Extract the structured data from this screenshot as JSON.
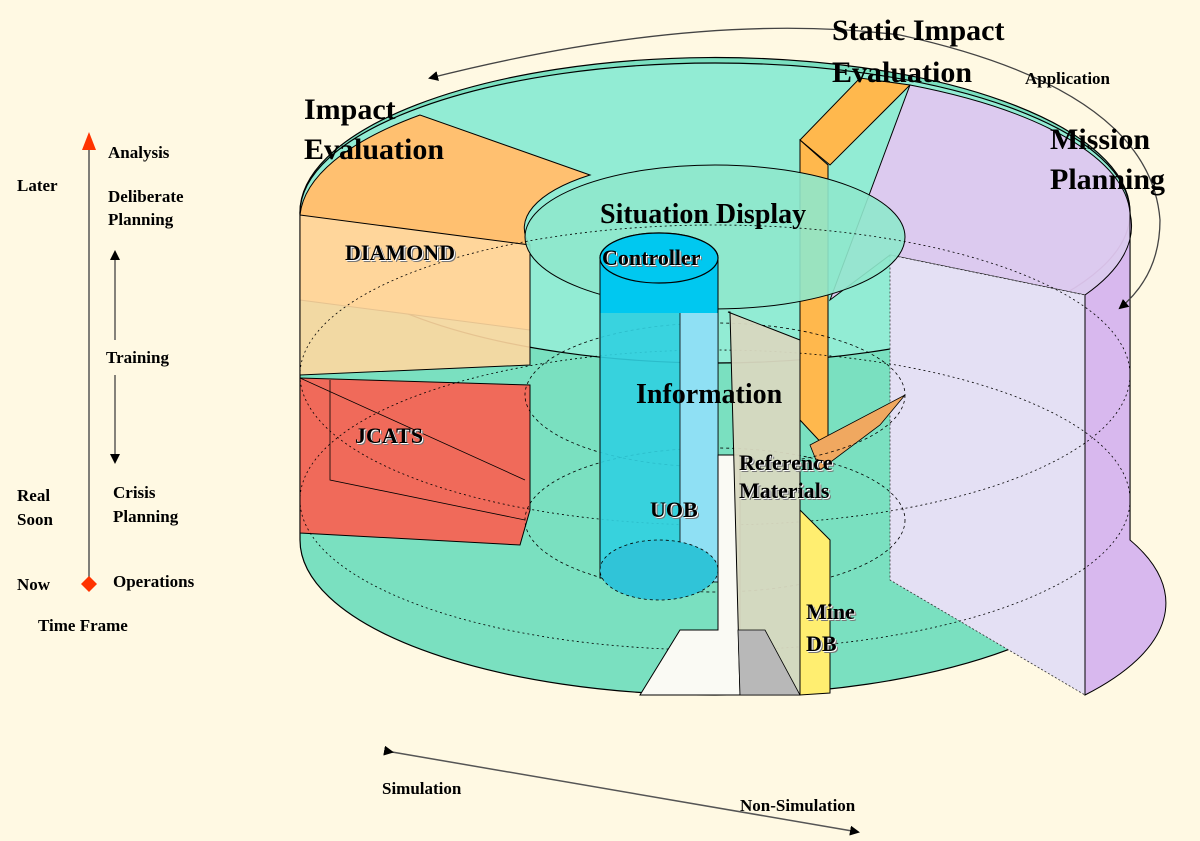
{
  "time_frame": {
    "title": "Time Frame",
    "left_labels": [
      "Later",
      "Real\nSoon",
      "Now"
    ],
    "right_labels": {
      "analysis": "Analysis",
      "deliberate_planning": "Deliberate\nPlanning",
      "training": "Training",
      "crisis_planning": "Crisis\nPlanning",
      "operations": "Operations"
    },
    "colors": {
      "top_arrow": "#ff3300",
      "bottom_marker": "#ff3300"
    }
  },
  "axes": {
    "application": "Application",
    "simulation": "Simulation",
    "non_simulation": "Non-Simulation"
  },
  "segments": {
    "impact_evaluation": {
      "label": "Impact\nEvaluation",
      "color": "#ffc070"
    },
    "static_impact_evaluation": {
      "label": "Static Impact\nEvaluation",
      "color": "#ffb84d"
    },
    "mission_planning": {
      "label": "Mission\nPlanning",
      "color": "#e0c8f0"
    },
    "diamond": {
      "label": "DIAMOND",
      "color": "#ffd8a0"
    },
    "jcats": {
      "label": "JCATS",
      "color": "#f06a5a"
    },
    "situation_display": {
      "label": "Situation Display",
      "color": "#8fe8cc"
    },
    "controller": {
      "label": "Controller",
      "color": "#00c8f0"
    },
    "information": {
      "label": "Information"
    },
    "uob": {
      "label": "UOB",
      "color": "#30d0e0"
    },
    "reference_materials": {
      "label": "Reference\nMaterials",
      "color": "#d8d8c0"
    },
    "mine_db": {
      "label": "Mine\nDB",
      "color": "#ffee70"
    },
    "base": {
      "color": "#7ae0c0"
    }
  }
}
